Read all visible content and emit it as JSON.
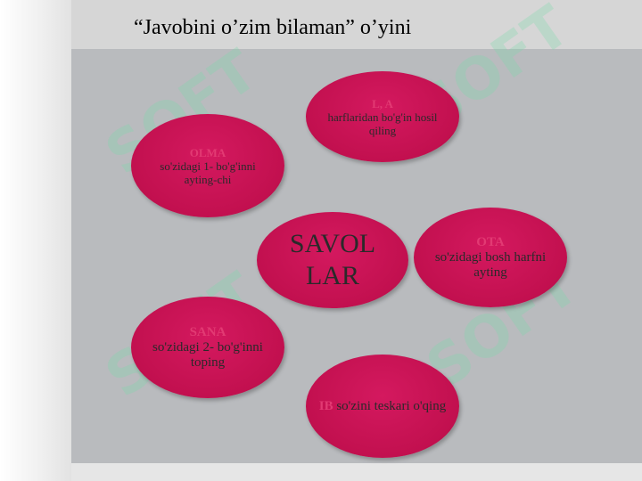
{
  "slide": {
    "title": "“Javobini o’zim bilaman” o’yini",
    "watermark_text": "SOFT"
  },
  "diagram": {
    "center": {
      "line1": "SAVOL",
      "line2": "LAR"
    },
    "nodes": [
      {
        "id": "la",
        "keyword": "L, A",
        "text": "harflaridan bo'g'in hosil qiling"
      },
      {
        "id": "olma",
        "keyword": "OLMA",
        "text": "so'zidagi 1- bo'g'inni ayting-chi"
      },
      {
        "id": "ota",
        "keyword": "OTA",
        "text": "so'zidagi bosh harfni ayting"
      },
      {
        "id": "sana",
        "keyword": "SANA",
        "text": "so'zidagi 2- bo'g'inni toping"
      },
      {
        "id": "ib",
        "keyword": "IB",
        "text": "so'zini teskari o'qing"
      }
    ]
  },
  "colors": {
    "node_fill": "#c2104f",
    "keyword": "#e23a73",
    "panel": "#b9bbbe"
  }
}
